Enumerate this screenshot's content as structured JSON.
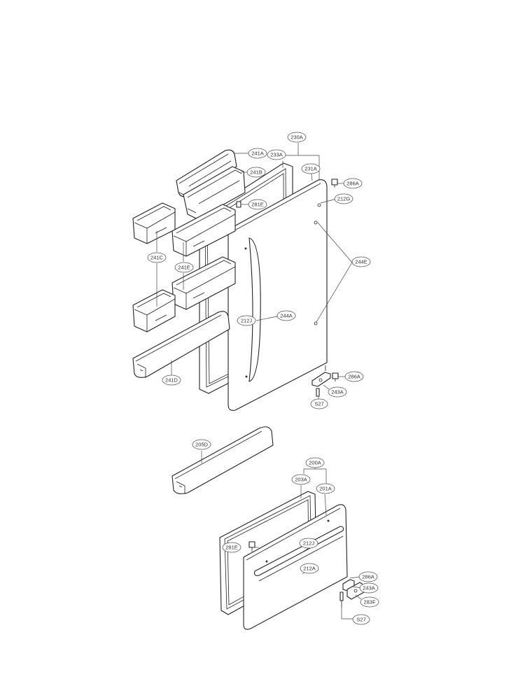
{
  "labels": {
    "l230A": "230A",
    "l233A": "233A",
    "l241A": "241A",
    "l241B": "241B",
    "l231A": "231A",
    "l286A_top": "286A",
    "l212G": "212G",
    "l281E_top": "281E",
    "l244E": "244E",
    "l241C": "241C",
    "l241E": "241E",
    "l212J_top": "212J",
    "l244A": "244A",
    "l286A_mid": "286A",
    "l243A_top": "243A",
    "lS27_top": "S27",
    "l241D": "241D",
    "l205D": "205D",
    "l200A": "200A",
    "l203A": "203A",
    "l201A": "201A",
    "l281E_bot": "281E",
    "l212J_bot": "212J",
    "l212A": "212A",
    "l286A_bot": "286A",
    "l243A_bot": "243A",
    "l283F": "283F",
    "lS27_bot": "S27"
  }
}
